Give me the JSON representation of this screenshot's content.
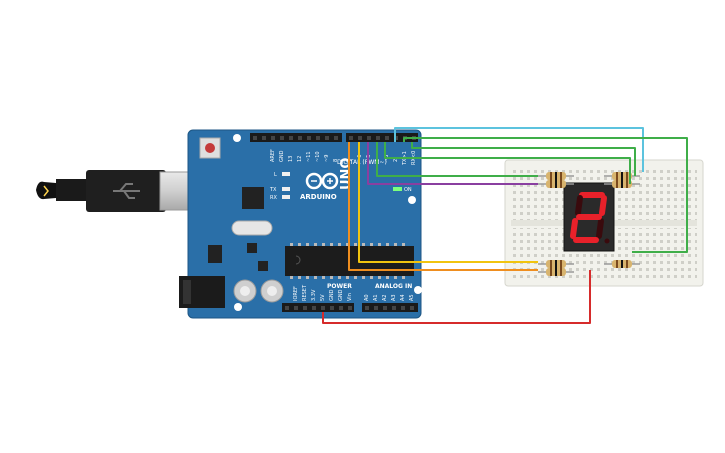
{
  "board": {
    "brand": "ARDUINO",
    "model": "UNO",
    "on_label": "ON",
    "digital_label": "DIGITAL (PWM~)",
    "power_label": "POWER",
    "analog_label": "ANALOG IN",
    "aref": "AREF",
    "gnd": "GND",
    "pins_digital": [
      "13",
      "12",
      "~11",
      "~10",
      "~9",
      "8",
      "7",
      "~6",
      "~5",
      "4",
      "~3",
      "2",
      "TX>1",
      "RX<0"
    ],
    "pins_power": [
      "IOREF",
      "RESET",
      "3.3V",
      "5V",
      "GND",
      "GND",
      "Vin"
    ],
    "pins_analog": [
      "A0",
      "A1",
      "A2",
      "A3",
      "A4",
      "A5"
    ],
    "led_l": "L",
    "led_tx": "TX",
    "led_rx": "RX"
  },
  "display": {
    "digit": "2",
    "segment_on_color": "#e8212a",
    "segment_off_color": "#3a0a0d"
  },
  "colors": {
    "board": "#2a6fa8",
    "wire_cyan": "#5cc3de",
    "wire_green": "#3fae49",
    "wire_purple": "#8a3fa0",
    "wire_orange": "#ef8e1f",
    "wire_yellow": "#f1c40f",
    "wire_red": "#d62b2b"
  }
}
